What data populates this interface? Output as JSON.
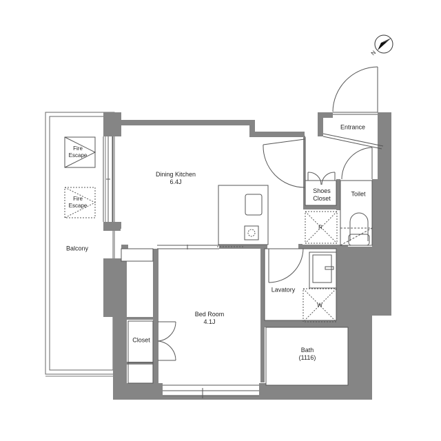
{
  "plan": {
    "wall_color": "#858585",
    "line_color": "#555555",
    "compass": {
      "label": "N"
    },
    "rooms": {
      "dining_kitchen": {
        "name": "Dining Kitchen",
        "size": "6.4J"
      },
      "bed_room": {
        "name": "Bed Room",
        "size": "4.1J"
      },
      "entrance": {
        "name": "Entrance"
      },
      "shoes_closet": {
        "line1": "Shoes",
        "line2": "Closet"
      },
      "toilet": {
        "name": "Toilet"
      },
      "lavatory": {
        "name": "Lavatory"
      },
      "bath": {
        "name": "Bath",
        "size": "(1116)"
      },
      "closet": {
        "name": "Closet"
      },
      "balcony": {
        "name": "Balcony"
      }
    },
    "fire_escape_1": {
      "line1": "Fire",
      "line2": "Escape"
    },
    "fire_escape_2": {
      "line1": "Fire",
      "line2": "Escape"
    },
    "fridge_mark": "R",
    "washer_mark": "W"
  }
}
